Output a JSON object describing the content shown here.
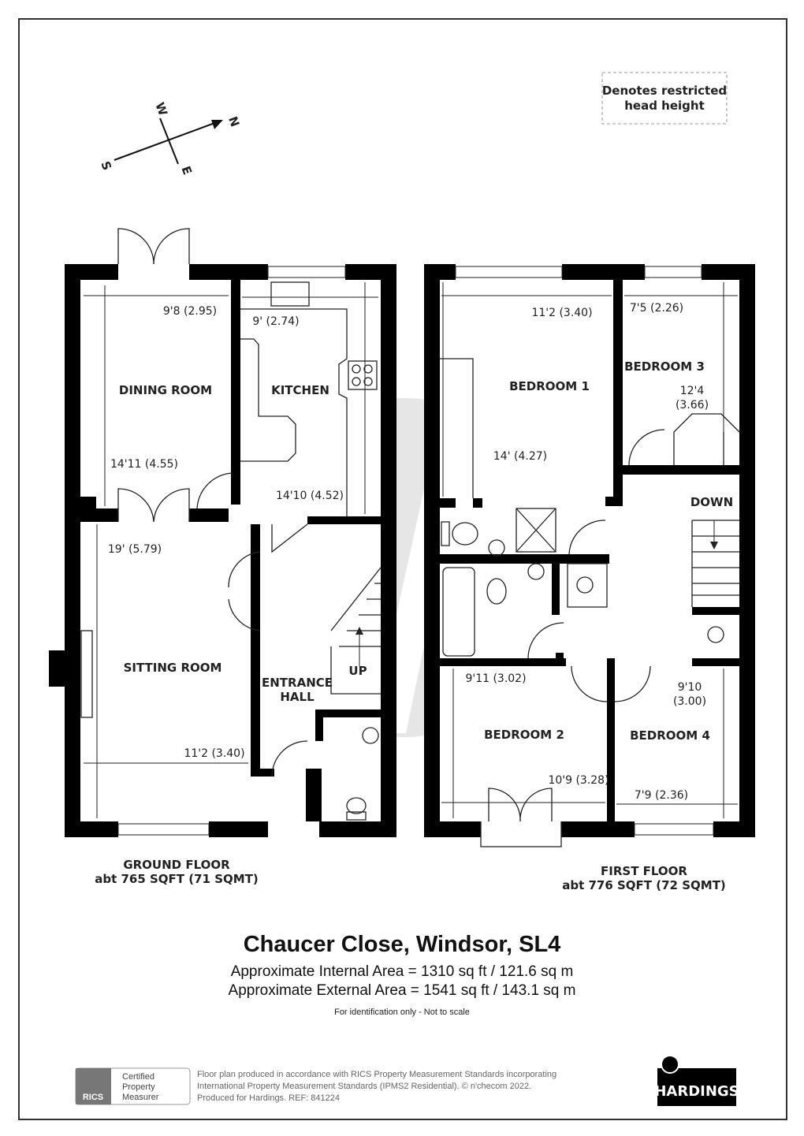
{
  "legend": {
    "restricted_line1": "Denotes restricted",
    "restricted_line2": "head height"
  },
  "compass": {
    "n": "N",
    "s": "S",
    "e": "E",
    "w": "W"
  },
  "ground_floor": {
    "rooms": {
      "dining": "DINING ROOM",
      "kitchen": "KITCHEN",
      "sitting": "SITTING ROOM",
      "hall1": "ENTRANCE",
      "hall2": "HALL",
      "up": "UP"
    },
    "dims": {
      "dining_w": "9'8 (2.95)",
      "dining_l": "14'11 (4.55)",
      "kitchen_w": "9' (2.74)",
      "kitchen_l": "14'10 (4.52)",
      "sitting_l": "19' (5.79)",
      "sitting_w": "11'2 (3.40)"
    },
    "label1": "GROUND FLOOR",
    "label2": "abt 765 SQFT (71 SQMT)"
  },
  "first_floor": {
    "rooms": {
      "bed1": "BEDROOM 1",
      "bed2": "BEDROOM 2",
      "bed3": "BEDROOM 3",
      "bed4": "BEDROOM 4",
      "down": "DOWN"
    },
    "dims": {
      "bed1_w": "11'2 (3.40)",
      "bed1_l": "14' (4.27)",
      "bed3_w": "7'5 (2.26)",
      "bed3_l1": "12'4",
      "bed3_l2": "(3.66)",
      "bed2_l": "9'11 (3.02)",
      "bed2_w": "10'9 (3.28)",
      "bed4_l1": "9'10",
      "bed4_l2": "(3.00)",
      "bed4_w": "7'9 (2.36)"
    },
    "label1": "FIRST FLOOR",
    "label2": "abt 776 SQFT (72 SQMT)"
  },
  "title": "Chaucer Close, Windsor, SL4",
  "internal_area": "Approximate Internal Area = 1310 sq ft / 121.6 sq m",
  "external_area": "Approximate External Area = 1541 sq ft / 143.1 sq m",
  "disclaimer": "For identification only - Not to scale",
  "footer": {
    "rics": "RICS",
    "cert1": "Certified",
    "cert2": "Property",
    "cert3": "Measurer",
    "line1": "Floor plan produced in accordance with RICS Property Measurement Standards incorporating",
    "line2": "International Property Measurement Standards (IPMS2 Residential).   © n'checom 2022.",
    "line3": "Produced for Hardings.   REF:  841224",
    "brand": "HARDINGS"
  }
}
